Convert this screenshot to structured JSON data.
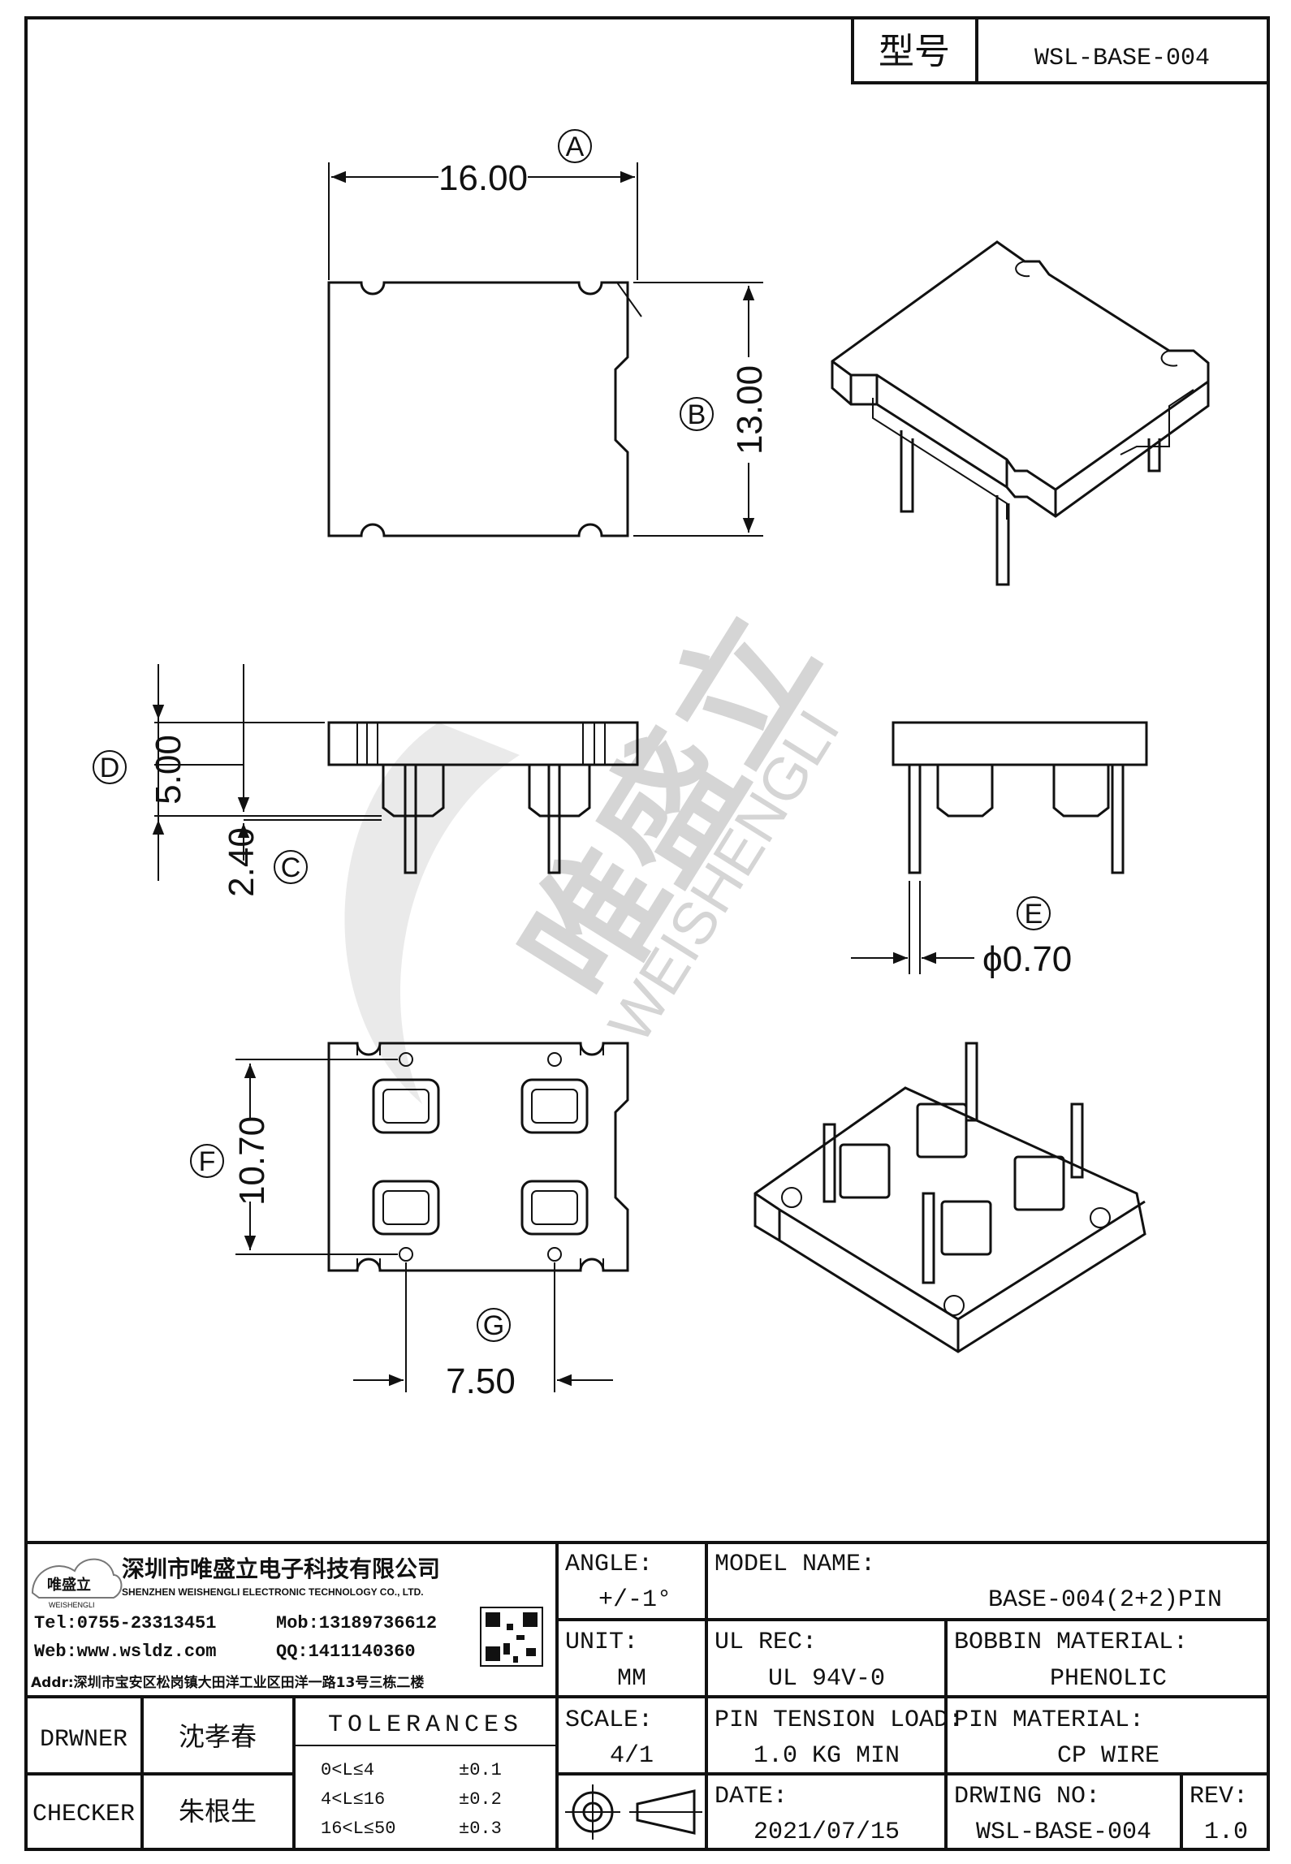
{
  "header": {
    "model_label": "型号",
    "model_value": "WSL-BASE-004"
  },
  "dimensions": {
    "A": "16.00",
    "B": "13.00",
    "D": "5.00",
    "C": "2.40",
    "E": "ϕ0.70",
    "F": "10.70",
    "G": "7.50"
  },
  "labels": {
    "A": "A",
    "B": "B",
    "C": "C",
    "D": "D",
    "E": "E",
    "F": "F",
    "G": "G"
  },
  "watermark": {
    "text": "WEISHENGLI"
  },
  "company": {
    "name_cn": "深圳市唯盛立电子科技有限公司",
    "name_en": "SHENZHEN WEISHENGLI ELECTRONIC TECHNOLOGY CO., LTD.",
    "logo_text": "唯盛立",
    "logo_sub": "WEISHENGLI",
    "tel": "Tel:0755-23313451",
    "mob": "Mob:13189736612",
    "web": "Web:www.wsldz.com",
    "qq": "QQ:1411140360",
    "addr": "Addr:深圳市宝安区松岗镇大田洋工业区田洋一路13号三栋二楼"
  },
  "title_block": {
    "angle_label": "ANGLE:",
    "angle_value": "+/-1°",
    "model_name_label": "MODEL NAME:",
    "model_name_value": "BASE-004(2+2)PIN",
    "unit_label": "UNIT:",
    "unit_value": "MM",
    "ul_label": "UL REC:",
    "ul_value": "UL 94V-0",
    "bobbin_label": "BOBBIN MATERIAL:",
    "bobbin_value": "PHENOLIC",
    "scale_label": "SCALE:",
    "scale_value": "4/1",
    "pin_tension_label": "PIN TENSION LOAD:",
    "pin_tension_value": "1.0 KG MIN",
    "pin_material_label": "PIN MATERIAL:",
    "pin_material_value": "CP WIRE",
    "date_label": "DATE:",
    "date_value": "2021/07/15",
    "drawing_no_label": "DRWING NO:",
    "drawing_no_value": "WSL-BASE-004",
    "rev_label": "REV:",
    "rev_value": "1.0",
    "drawer_label": "DRWNER",
    "drawer_value": "沈孝春",
    "checker_label": "CHECKER",
    "checker_value": "朱根生",
    "tolerances_title": "TOLERANCES",
    "tolerances": [
      {
        "range": "0<L≤4",
        "value": "±0.1"
      },
      {
        "range": "4<L≤16",
        "value": "±0.2"
      },
      {
        "range": "16<L≤50",
        "value": "±0.3"
      }
    ]
  }
}
